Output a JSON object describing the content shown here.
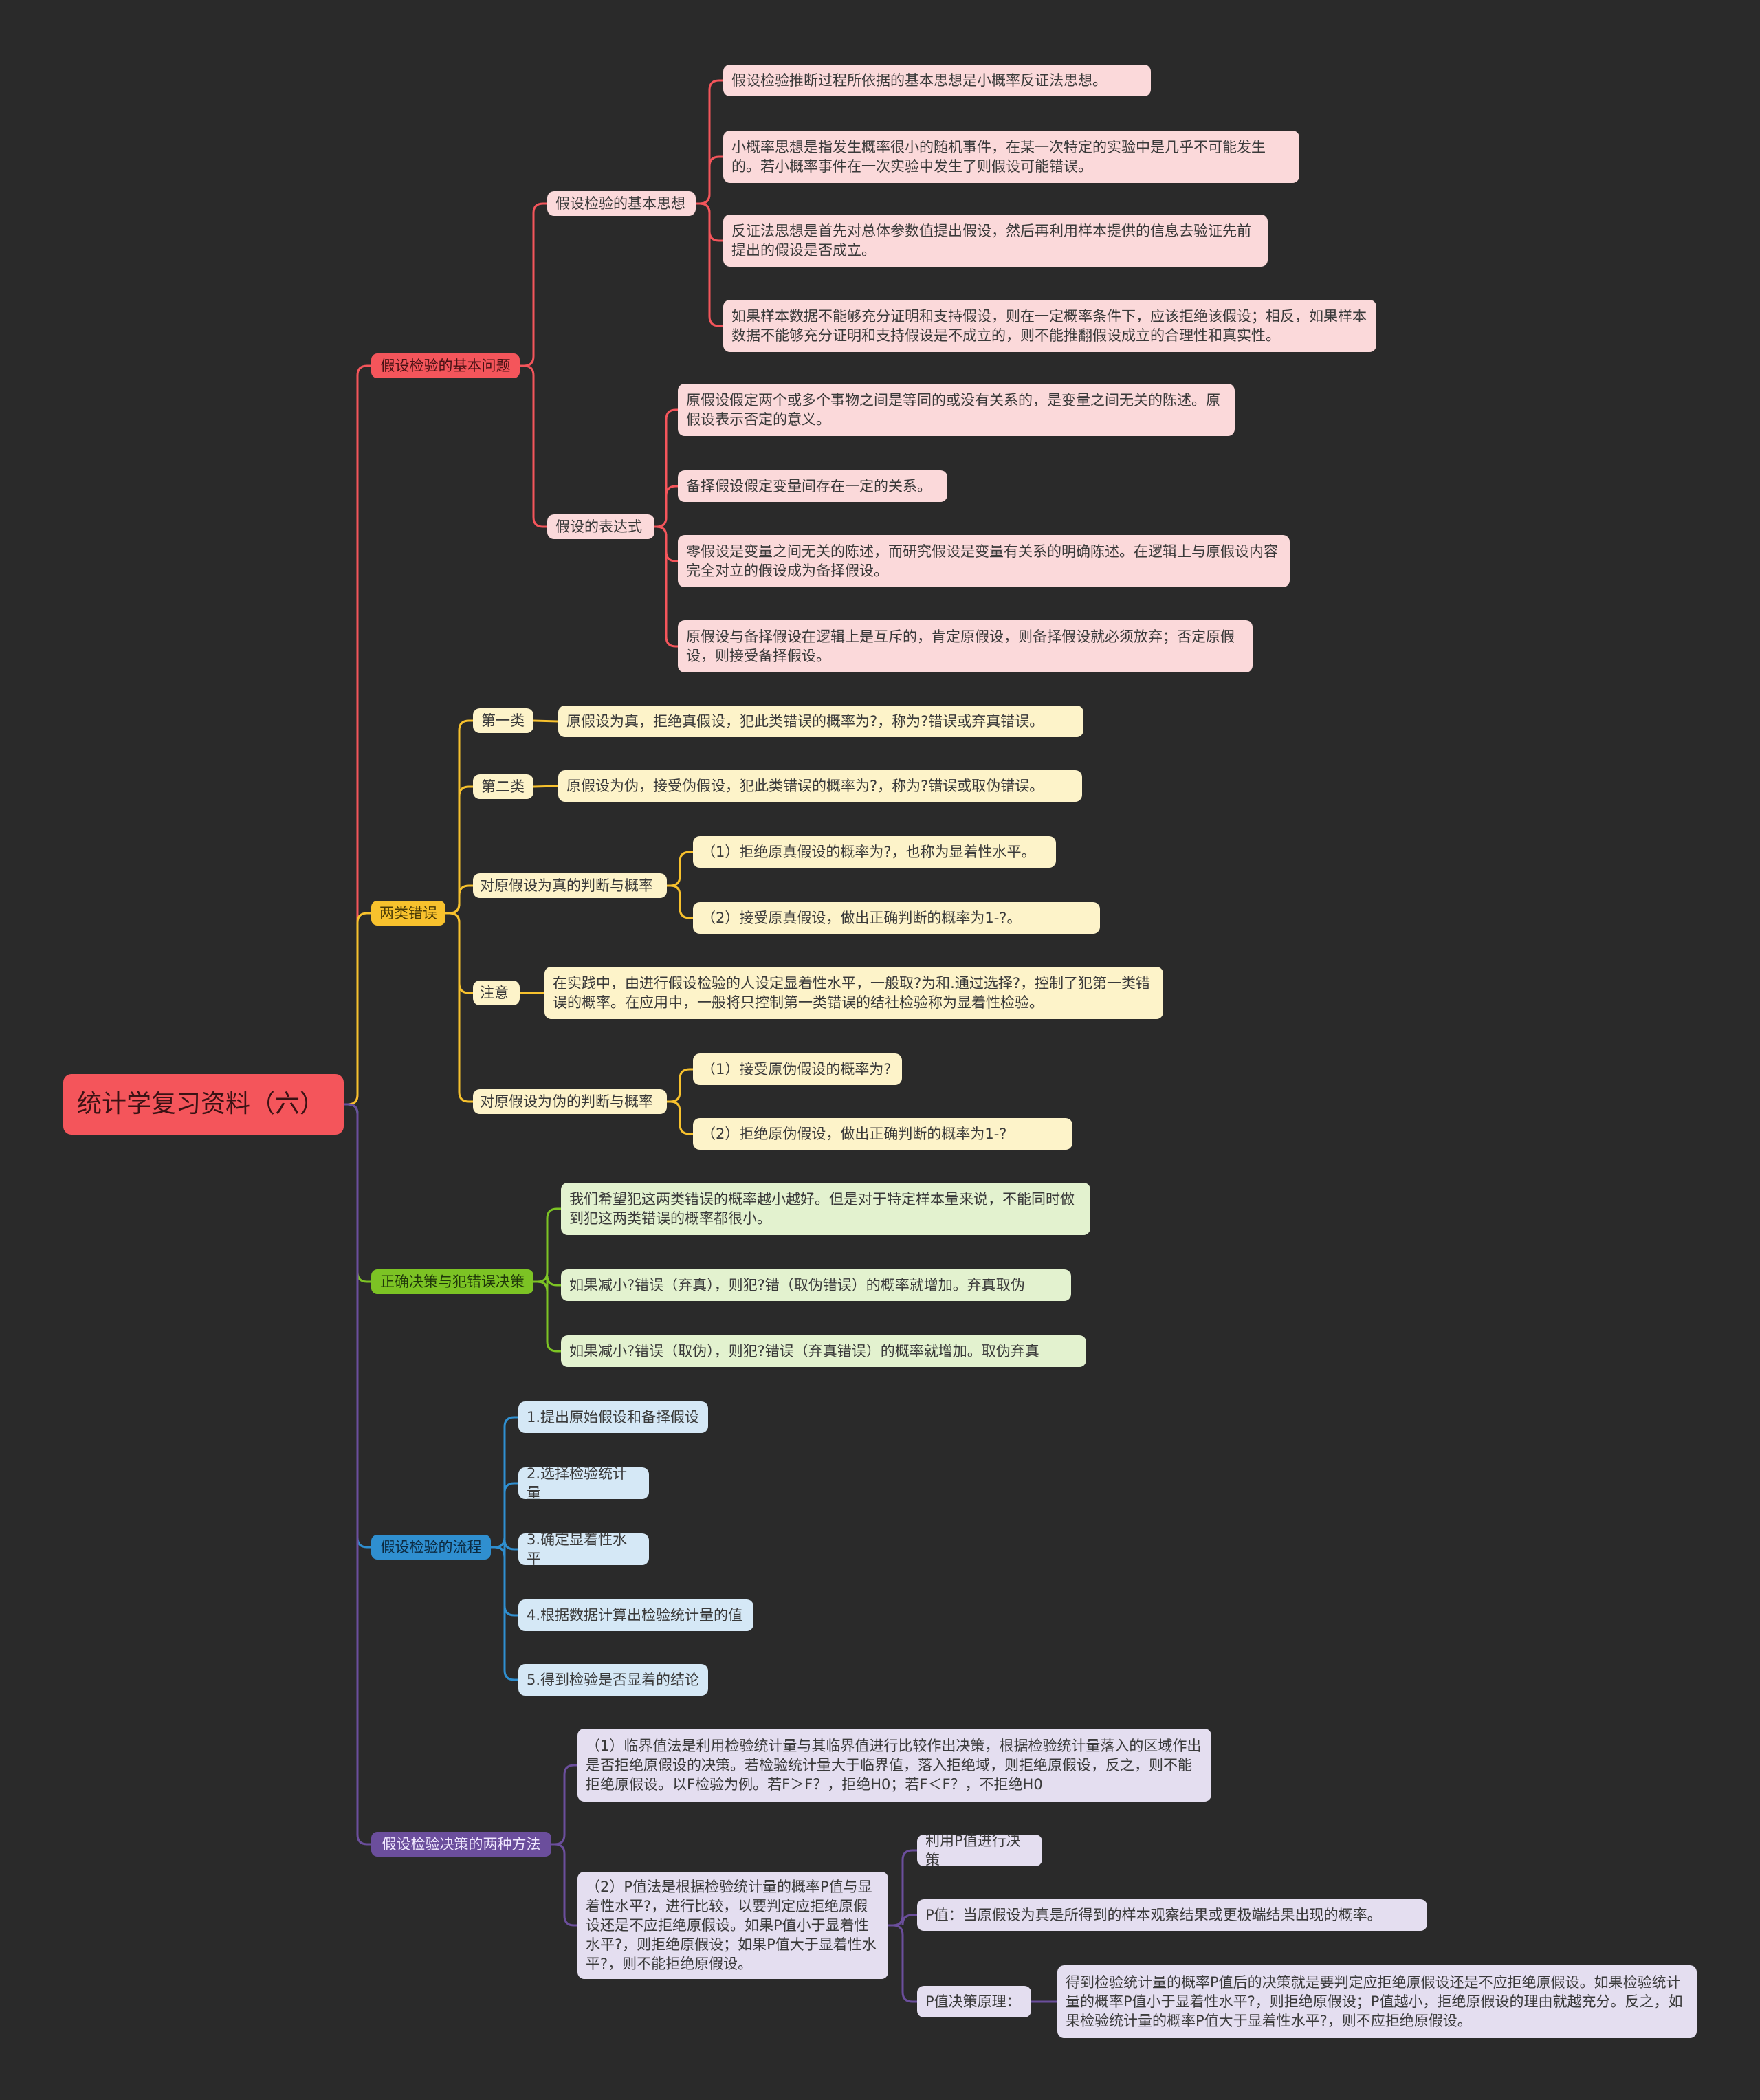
{
  "root": "统计学复习资料（六）",
  "branches": {
    "b1": {
      "label": "假设检验的基本问题",
      "c1": {
        "label": "假设检验的基本思想",
        "items": [
          "假设检验推断过程所依据的基本思想是小概率反证法思想。",
          "小概率思想是指发生概率很小的随机事件，在某一次特定的实验中是几乎不可能发生的。若小概率事件在一次实验中发生了则假设可能错误。",
          "反证法思想是首先对总体参数值提出假设，然后再利用样本提供的信息去验证先前提出的假设是否成立。",
          "如果样本数据不能够充分证明和支持假设，则在一定概率条件下，应该拒绝该假设；相反，如果样本数据不能够充分证明和支持假设是不成立的，则不能推翻假设成立的合理性和真实性。"
        ]
      },
      "c2": {
        "label": "假设的表达式",
        "items": [
          "原假设假定两个或多个事物之间是等同的或没有关系的，是变量之间无关的陈述。原假设表示否定的意义。",
          "备择假设假定变量间存在一定的关系。",
          "零假设是变量之间无关的陈述，而研究假设是变量有关系的明确陈述。在逻辑上与原假设内容完全对立的假设成为备择假设。",
          "原假设与备择假设在逻辑上是互斥的，肯定原假设，则备择假设就必须放弃；否定原假设，则接受备择假设。"
        ]
      }
    },
    "b2": {
      "label": "两类错误",
      "c1": {
        "label": "第一类",
        "item": "原假设为真，拒绝真假设，犯此类错误的概率为?，称为?错误或弃真错误。"
      },
      "c2": {
        "label": "第二类",
        "item": "原假设为伪，接受伪假设，犯此类错误的概率为?，称为?错误或取伪错误。"
      },
      "c3": {
        "label": "对原假设为真的判断与概率",
        "items": [
          "（1）拒绝原真假设的概率为?，也称为显着性水平。",
          "（2）接受原真假设，做出正确判断的概率为1-?。"
        ]
      },
      "c4": {
        "label": "注意",
        "item": "在实践中，由进行假设检验的人设定显着性水平，一般取?为和.通过选择?，控制了犯第一类错误的概率。在应用中，一般将只控制第一类错误的结社检验称为显着性检验。"
      },
      "c5": {
        "label": "对原假设为伪的判断与概率",
        "items": [
          "（1）接受原伪假设的概率为?",
          "（2）拒绝原伪假设，做出正确判断的概率为1-?"
        ]
      }
    },
    "b3": {
      "label": "正确决策与犯错误决策",
      "items": [
        "我们希望犯这两类错误的概率越小越好。但是对于特定样本量来说，不能同时做到犯这两类错误的概率都很小。",
        "如果减小?错误（弃真），则犯?错（取伪错误）的概率就增加。弃真取伪",
        "如果减小?错误（取伪），则犯?错误（弃真错误）的概率就增加。取伪弃真"
      ]
    },
    "b4": {
      "label": "假设检验的流程",
      "items": [
        "1.提出原始假设和备择假设",
        "2.选择检验统计量",
        "3.确定显着性水平",
        "4.根据数据计算出检验统计量的值",
        "5.得到检验是否显着的结论"
      ]
    },
    "b5": {
      "label": "假设检验决策的两种方法",
      "c1": "（1）临界值法是利用检验统计量与其临界值进行比较作出决策，根据检验统计量落入的区域作出是否拒绝原假设的决策。若检验统计量大于临界值，落入拒绝域，则拒绝原假设，反之，则不能拒绝原假设。以F检验为例。若F＞F？，拒绝H0；若F＜F？，不拒绝H0",
      "c2": {
        "label": "（2）P值法是根据检验统计量的概率P值与显着性水平?，进行比较，以要判定应拒绝原假设还是不应拒绝原假设。如果P值小于显着性水平?，则拒绝原假设；如果P值大于显着性水平?，则不能拒绝原假设。",
        "d1": "利用P值进行决策",
        "d2": "P值：当原假设为真是所得到的样本观察结果或更极端结果出现的概率。",
        "d3": {
          "label": "P值决策原理：",
          "item": "得到检验统计量的概率P值后的决策就是要判定应拒绝原假设还是不应拒绝原假设。如果检验统计量的概率P值小于显着性水平?，则拒绝原假设；P值越小，拒绝原假设的理由就越充分。反之，如果检验统计量的概率P值大于显着性水平?，则不应拒绝原假设。"
        }
      }
    }
  },
  "colors": {
    "red": "#f4555b",
    "yellow": "#f7c12d",
    "green": "#7cc324",
    "blue": "#2f8fd0",
    "purple": "#6b4e9c",
    "background": "#2a2a2a"
  }
}
